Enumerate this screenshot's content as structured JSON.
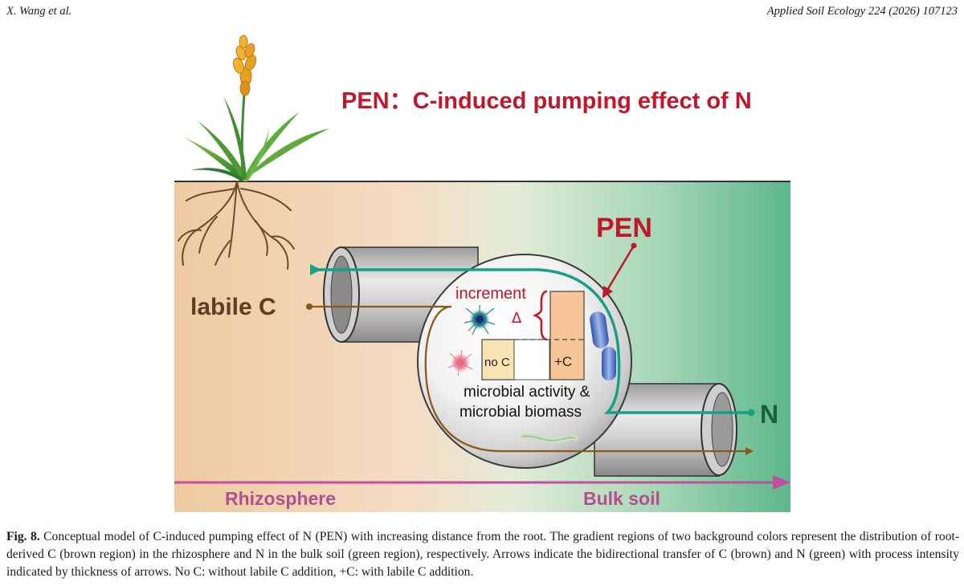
{
  "header": {
    "authors": "X. Wang et al.",
    "journal": "Applied Soil Ecology 224 (2026) 107123"
  },
  "figure": {
    "title": "PEN：C-induced pumping effect of N",
    "pen_label": "PEN",
    "labile_c_label": "labile C",
    "n_label": "N",
    "increment_label": "increment",
    "delta_symbol": "Δ",
    "no_c_label": "no C",
    "plus_c_label": "+C",
    "microbial_line1": "microbial activity &",
    "microbial_line2": "microbial biomass",
    "rhizosphere_label": "Rhizosphere",
    "bulk_soil_label": "Bulk soil",
    "colors": {
      "title_red": "#c0182a",
      "brown_arrow": "#8b5a1b",
      "green_arrow": "#17a083",
      "axis_magenta": "#c04fa0",
      "rhizosphere_text": "#b0508f",
      "soil_brown": "#f0cfa8",
      "soil_green": "#63ba8c",
      "n_label_green": "#1b5e3a",
      "labile_c_text": "#5e3d22",
      "no_c_fill": "#f8e3b4",
      "plus_c_fill": "#f7c597"
    }
  },
  "caption": {
    "label": "Fig. 8.",
    "text": "Conceptual model of C-induced pumping effect of N (PEN) with increasing distance from the root. The gradient regions of two background colors represent the distribution of root-derived C (brown region) in the rhizosphere and N in the bulk soil (green region), respectively. Arrows indicate the bidirectional transfer of C (brown) and N (green) with process intensity indicated by thickness of arrows. No C: without labile C addition, +C: with labile C addition."
  }
}
